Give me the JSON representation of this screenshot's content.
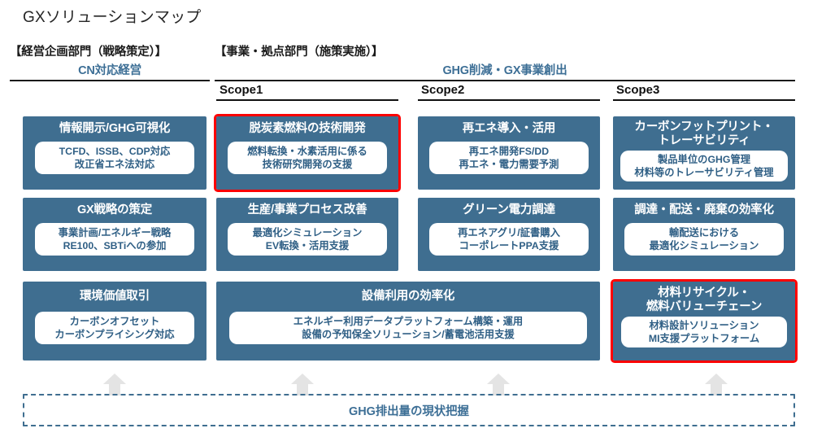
{
  "page_title": "GXソリューションマップ",
  "colors": {
    "card_bg": "#3f6e90",
    "accent_blue": "#3d6f96",
    "highlight_red": "#ff0000",
    "pill_text": "#2f5f85",
    "arrow_gray": "#e4e4e4"
  },
  "groups": [
    {
      "id": "left",
      "dept": "【経営企画部門（戦略策定）】",
      "sub": "CN対応経営"
    },
    {
      "id": "right",
      "dept": "【事業・拠点部門（施策実施）】",
      "sub": "GHG削減・GX事業創出"
    }
  ],
  "scopes": [
    {
      "label": "Scope1"
    },
    {
      "label": "Scope2"
    },
    {
      "label": "Scope3"
    }
  ],
  "cards": {
    "r1c1": {
      "title": "情報開示/GHG可視化",
      "pill": "TCFD、ISSB、CDP対応\n改正省エネ法対応",
      "highlighted": false
    },
    "r1c2": {
      "title": "脱炭素燃料の技術開発",
      "pill": "燃料転換・水素活用に係る\n技術研究開発の支援",
      "highlighted": true
    },
    "r1c3": {
      "title": "再エネ導入・活用",
      "pill": "再エネ開発FS/DD\n再エネ・電力需要予測",
      "highlighted": false
    },
    "r1c4": {
      "title": "カーボンフットプリント・\nトレーサビリティ",
      "pill": "製品単位のGHG管理\n材料等のトレーサビリティ管理",
      "highlighted": false
    },
    "r2c1": {
      "title": "GX戦略の策定",
      "pill": "事業計画/エネルギー戦略\nRE100、SBTiへの参加",
      "highlighted": false
    },
    "r2c2": {
      "title": "生産/事業プロセス改善",
      "pill": "最適化シミュレーション\nEV転換・活用支援",
      "highlighted": false
    },
    "r2c3": {
      "title": "グリーン電力調達",
      "pill": "再エネアグリ/証書購入\nコーポレートPPA支援",
      "highlighted": false
    },
    "r2c4": {
      "title": "調達・配送・廃棄の効率化",
      "pill": "輸配送における\n最適化シミュレーション",
      "highlighted": false
    },
    "r3c1": {
      "title": "環境価値取引",
      "pill": "カーボンオフセット\nカーボンプライシング対応",
      "highlighted": false
    },
    "r3c23": {
      "title": "設備利用の効率化",
      "pill": "エネルギー利用データプラットフォーム構築・運用\n設備の予知保全ソリューション/蓄電池活用支援",
      "highlighted": false
    },
    "r3c4": {
      "title": "材料リサイクル・\n燃料バリューチェーン",
      "pill": "材料設計ソリューション\nMI支援プラットフォーム",
      "highlighted": true
    }
  },
  "footer": {
    "text": "GHG排出量の現状把握",
    "arrow_count": 4
  }
}
